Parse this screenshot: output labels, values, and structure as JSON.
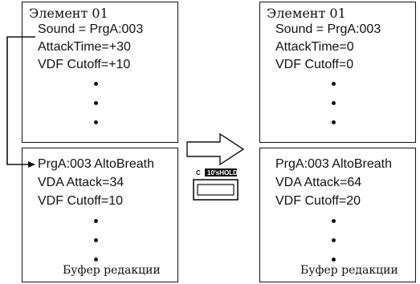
{
  "before": {
    "element_title": "Элемент 01",
    "upper_lines": [
      "Sound = PrgA:003",
      "AttackTime=+30",
      "VDF Cutoff=+10"
    ],
    "lower_lines": [
      "PrgA:003 AltoBreath",
      "VDA Attack=34",
      "VDF Cutoff=10"
    ],
    "buffer_label": "Буфер редакции"
  },
  "after": {
    "element_title": "Элемент 01",
    "upper_lines": [
      "Sound = PrgA:003",
      "AttackTime=0",
      "VDF Cutoff=0"
    ],
    "lower_lines": [
      "PrgA:003 AltoBreath",
      "VDA Attack=64",
      "VDF Cutoff=20"
    ],
    "buffer_label": "Буфер редакции"
  },
  "button": {
    "prefix": "C",
    "label": "10'sHOLD"
  }
}
